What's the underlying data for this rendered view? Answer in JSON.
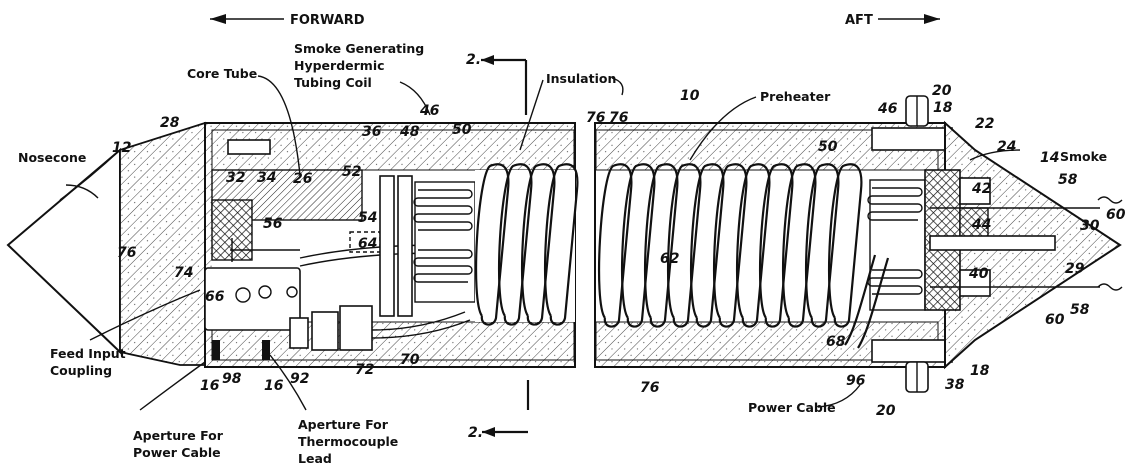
{
  "directions": {
    "forward": "FORWARD",
    "aft": "AFT"
  },
  "section_markers": {
    "top": "2.",
    "bottom": "2."
  },
  "labels": {
    "nosecone": "Nosecone",
    "core_tube": "Core Tube",
    "smoke_coil_1": "Smoke Generating",
    "smoke_coil_2": "Hyperdermic",
    "smoke_coil_3": "Tubing Coil",
    "insulation": "Insulation",
    "preheater": "Preheater",
    "smoke": "Smoke",
    "feed_input_1": "Feed Input",
    "feed_input_2": "Coupling",
    "aperture_power_1": "Aperture For",
    "aperture_power_2": "Power Cable",
    "aperture_thermo_1": "Aperture For",
    "aperture_thermo_2": "Thermocouple",
    "aperture_thermo_3": "Lead",
    "power_cable": "Power Cable"
  },
  "reference_numerals": {
    "n10": "10",
    "n12": "12",
    "n14": "14",
    "n16a": "16",
    "n16b": "16",
    "n18a": "18",
    "n18b": "18",
    "n20a": "20",
    "n20b": "20",
    "n22": "22",
    "n24": "24",
    "n26": "26",
    "n28": "28",
    "n29": "29",
    "n30": "30",
    "n32": "32",
    "n34": "34",
    "n36": "36",
    "n38": "38",
    "n40": "40",
    "n42": "42",
    "n44": "44",
    "n46a": "46",
    "n46b": "46",
    "n48": "48",
    "n50a": "50",
    "n50b": "50",
    "n52": "52",
    "n54": "54",
    "n56": "56",
    "n58a": "58",
    "n58b": "58",
    "n60a": "60",
    "n60b": "60",
    "n62": "62",
    "n64": "64",
    "n66": "66",
    "n68": "68",
    "n70": "70",
    "n72": "72",
    "n74": "74",
    "n76a": "76",
    "n76b": "76",
    "n76c": "76",
    "n76d": "76",
    "n92": "92",
    "n96": "96",
    "n98": "98"
  }
}
